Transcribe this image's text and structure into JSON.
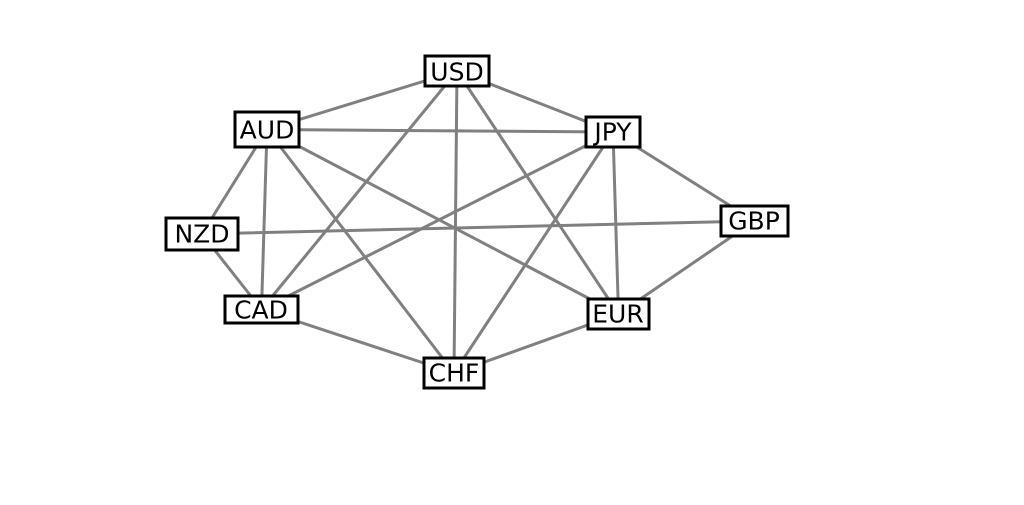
{
  "diagram": {
    "nodes": [
      {
        "id": "USD",
        "label": "USD"
      },
      {
        "id": "AUD",
        "label": "AUD"
      },
      {
        "id": "JPY",
        "label": "JPY"
      },
      {
        "id": "NZD",
        "label": "NZD"
      },
      {
        "id": "GBP",
        "label": "GBP"
      },
      {
        "id": "CAD",
        "label": "CAD"
      },
      {
        "id": "EUR",
        "label": "EUR"
      },
      {
        "id": "CHF",
        "label": "CHF"
      }
    ],
    "edges": [
      [
        "USD",
        "AUD"
      ],
      [
        "USD",
        "JPY"
      ],
      [
        "USD",
        "CAD"
      ],
      [
        "USD",
        "CHF"
      ],
      [
        "USD",
        "EUR"
      ],
      [
        "AUD",
        "JPY"
      ],
      [
        "AUD",
        "NZD"
      ],
      [
        "AUD",
        "CAD"
      ],
      [
        "AUD",
        "CHF"
      ],
      [
        "AUD",
        "EUR"
      ],
      [
        "JPY",
        "GBP"
      ],
      [
        "JPY",
        "CAD"
      ],
      [
        "JPY",
        "CHF"
      ],
      [
        "JPY",
        "EUR"
      ],
      [
        "NZD",
        "CAD"
      ],
      [
        "NZD",
        "GBP"
      ],
      [
        "GBP",
        "EUR"
      ],
      [
        "CAD",
        "CHF"
      ],
      [
        "EUR",
        "CHF"
      ]
    ],
    "colors": {
      "edge": "#808080",
      "node_border": "#000000",
      "node_fill": "#ffffff",
      "text": "#000000"
    }
  }
}
